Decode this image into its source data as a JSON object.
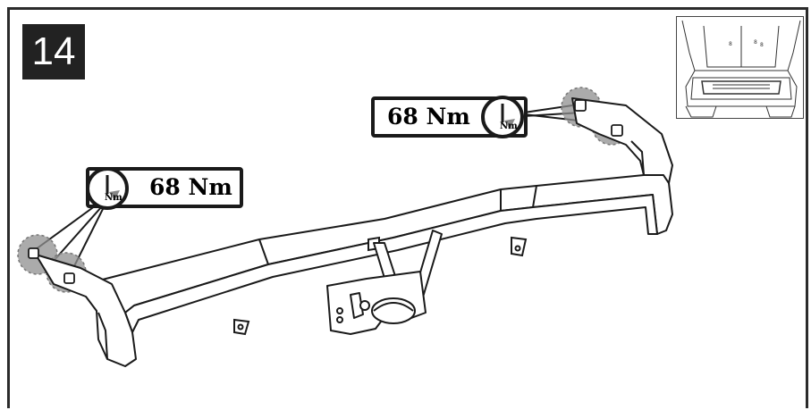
{
  "step": {
    "number": "14"
  },
  "torque": {
    "right_label": "68 Nm",
    "left_label": "68 Nm",
    "unit_icon_text": "Nm"
  }
}
